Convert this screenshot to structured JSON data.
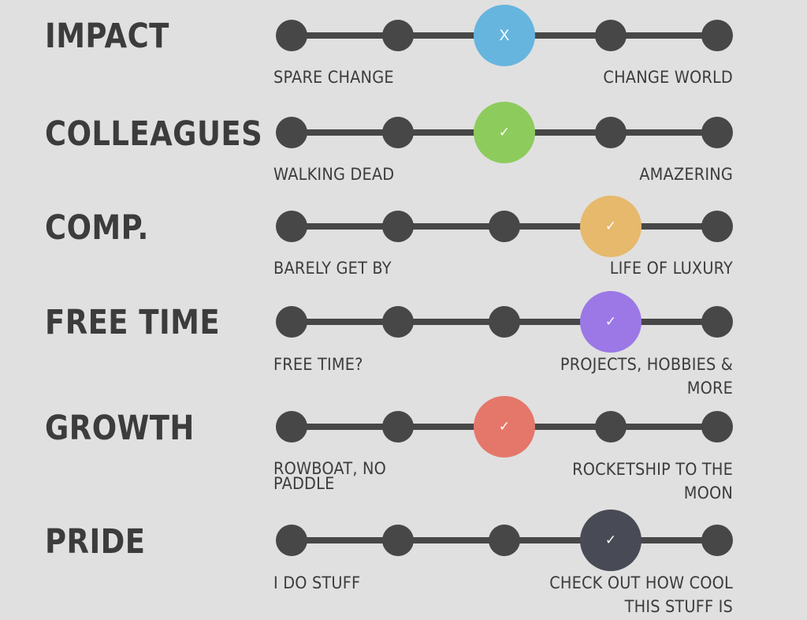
{
  "rows": [
    {
      "category": "IMPACT",
      "left_label": "SPARE CHANGE",
      "right_label": "CHANGE WORLD",
      "selected_index": 2,
      "selected_mark": "X",
      "selected_icon": "x-icon",
      "selected_color": "#66b5df"
    },
    {
      "category": "COLLEAGUES",
      "left_label": "WALKING DEAD",
      "right_label": "AMAZERING",
      "selected_index": 2,
      "selected_mark": "✓",
      "selected_icon": "check-icon",
      "selected_color": "#8ecb5d"
    },
    {
      "category": "COMP.",
      "left_label": "BARELY GET BY",
      "right_label": "LIFE OF LUXURY",
      "selected_index": 3,
      "selected_mark": "✓",
      "selected_icon": "check-icon",
      "selected_color": "#e6b96c"
    },
    {
      "category": "FREE TIME",
      "left_label": "FREE TIME?",
      "right_label": "PROJECTS, HOBBIES & MORE",
      "selected_index": 3,
      "selected_mark": "✓",
      "selected_icon": "check-icon",
      "selected_color": "#9b78e6"
    },
    {
      "category": "GROWTH",
      "left_label": "ROWBOAT, NO PADDLE",
      "right_label": "ROCKETSHIP TO THE MOON",
      "selected_index": 2,
      "selected_mark": "✓",
      "selected_icon": "check-icon",
      "selected_color": "#e5776a"
    },
    {
      "category": "PRIDE",
      "left_label": "I DO STUFF",
      "right_label": "CHECK OUT HOW COOL THIS STUFF IS",
      "selected_index": 3,
      "selected_mark": "✓",
      "selected_icon": "check-icon",
      "selected_color": "#484a55"
    }
  ],
  "dot_count": 5,
  "track_color": "#474747"
}
